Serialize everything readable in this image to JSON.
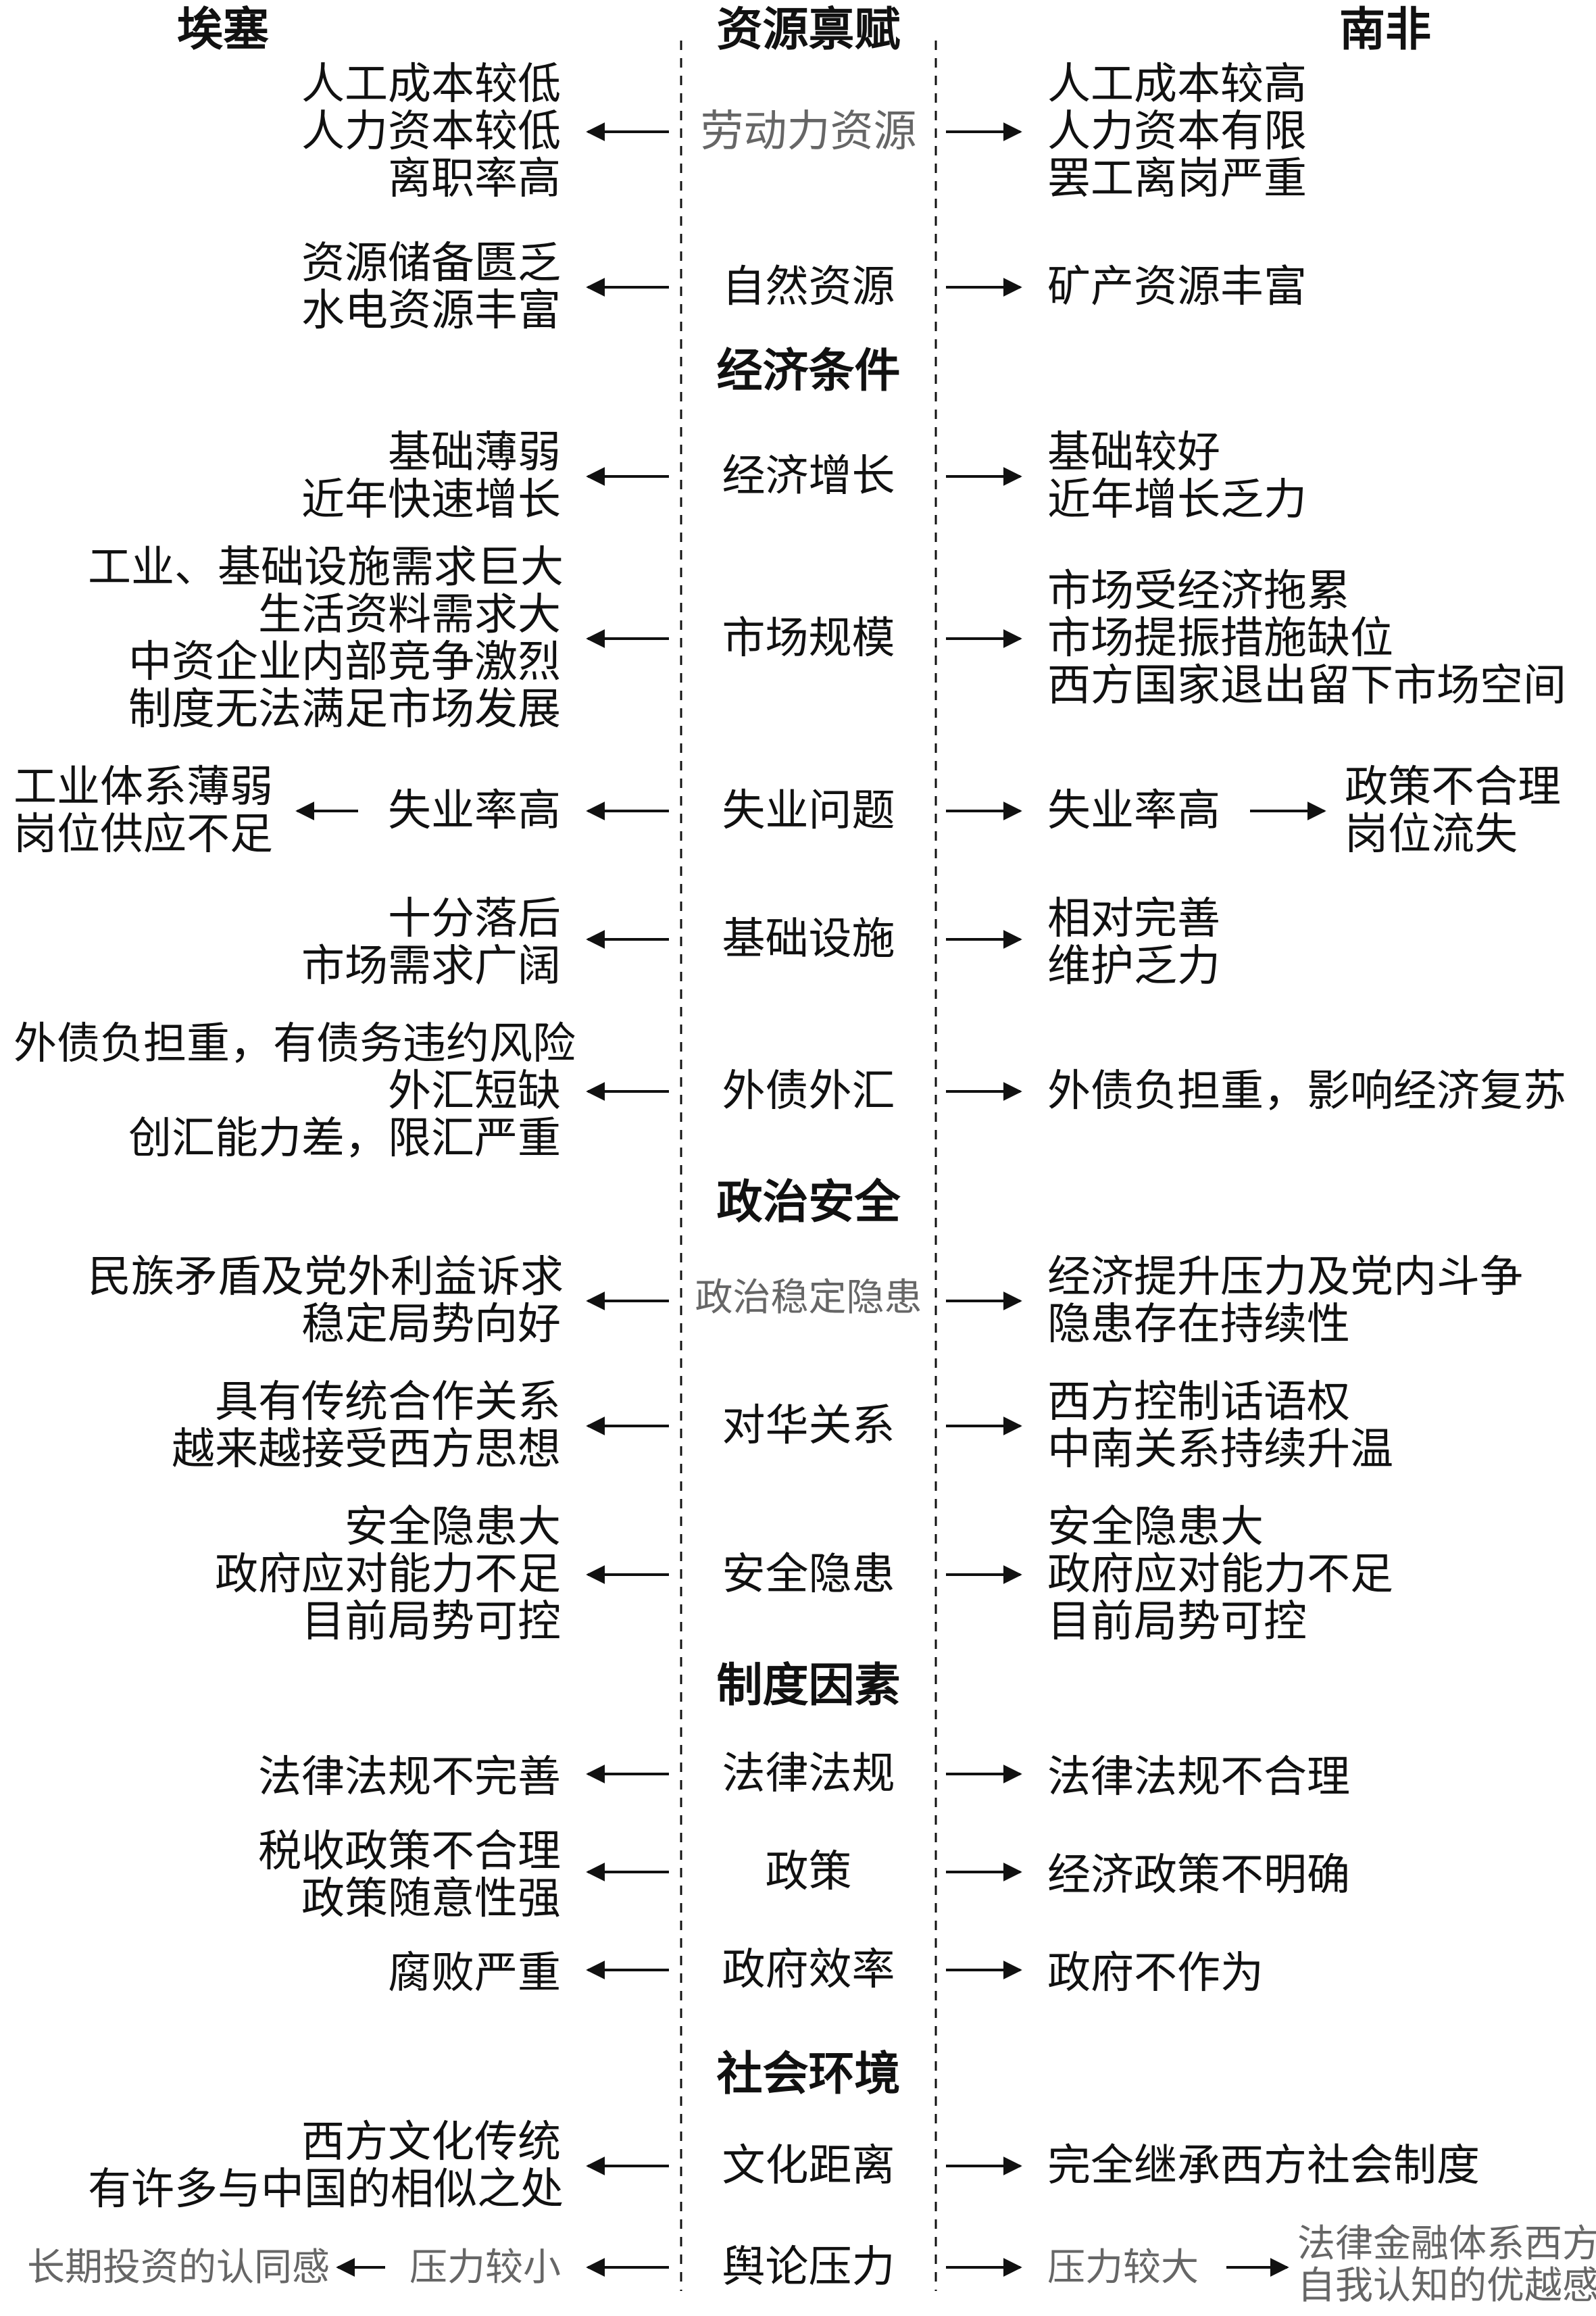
{
  "headers": {
    "left": "埃塞",
    "center": "资源禀赋",
    "right": "南非"
  },
  "sections": [
    {
      "name": "资源禀赋"
    },
    {
      "name": "经济条件"
    },
    {
      "name": "政治安全"
    },
    {
      "name": "制度因素"
    },
    {
      "name": "社会环境"
    }
  ],
  "rows": [
    {
      "center": "劳动力资源",
      "left": [
        "人工成本较低",
        "人力资本较低",
        "离职率高"
      ],
      "right": [
        "人工成本较高",
        "人力资本有限",
        "罢工离岗严重"
      ]
    },
    {
      "center": "自然资源",
      "left": [
        "资源储备匮乏",
        "水电资源丰富"
      ],
      "right": [
        "矿产资源丰富"
      ]
    },
    {
      "center": "经济增长",
      "left": [
        "基础薄弱",
        "近年快速增长"
      ],
      "right": [
        "基础较好",
        "近年增长乏力"
      ]
    },
    {
      "center": "市场规模",
      "left": [
        "工业、基础设施需求巨大",
        "生活资料需求大",
        "中资企业内部竞争激烈",
        "制度无法满足市场发展"
      ],
      "right": [
        "市场受经济拖累",
        "市场提振措施缺位",
        "西方国家退出留下市场空间"
      ]
    },
    {
      "center": "失业问题",
      "left_inner": "失业率高",
      "left_outer": [
        "工业体系薄弱",
        "岗位供应不足"
      ],
      "right_inner": "失业率高",
      "right_outer": [
        "政策不合理",
        "岗位流失"
      ]
    },
    {
      "center": "基础设施",
      "left": [
        "十分落后",
        "市场需求广阔"
      ],
      "right": [
        "相对完善",
        "维护乏力"
      ]
    },
    {
      "center": "外债外汇",
      "left": [
        "外债负担重，有债务违约风险",
        "外汇短缺",
        "创汇能力差，限汇严重"
      ],
      "right": [
        "外债负担重，影响经济复苏"
      ]
    },
    {
      "center": "政治稳定隐患",
      "left": [
        "民族矛盾及党外利益诉求",
        "稳定局势向好"
      ],
      "right": [
        "经济提升压力及党内斗争",
        "隐患存在持续性"
      ]
    },
    {
      "center": "对华关系",
      "left": [
        "具有传统合作关系",
        "越来越接受西方思想"
      ],
      "right": [
        "西方控制话语权",
        "中南关系持续升温"
      ]
    },
    {
      "center": "安全隐患",
      "left": [
        "安全隐患大",
        "政府应对能力不足",
        "目前局势可控"
      ],
      "right": [
        "安全隐患大",
        "政府应对能力不足",
        "目前局势可控"
      ]
    },
    {
      "center": "法律法规",
      "left": [
        "法律法规不完善"
      ],
      "right": [
        "法律法规不合理"
      ]
    },
    {
      "center": "政策",
      "left": [
        "税收政策不合理",
        "政策随意性强"
      ],
      "right": [
        "经济政策不明确"
      ]
    },
    {
      "center": "政府效率",
      "left": [
        "腐败严重"
      ],
      "right": [
        "政府不作为"
      ]
    },
    {
      "center": "文化距离",
      "left": [
        "西方文化传统",
        "有许多与中国的相似之处"
      ],
      "right": [
        "完全继承西方社会制度"
      ]
    },
    {
      "center": "舆论压力",
      "left_inner": "压力较小",
      "left_outer": [
        "长期投资的认同感"
      ],
      "right_inner": "压力较大",
      "right_outer": [
        "法律金融体系西方化",
        "自我认知的优越感"
      ]
    }
  ]
}
